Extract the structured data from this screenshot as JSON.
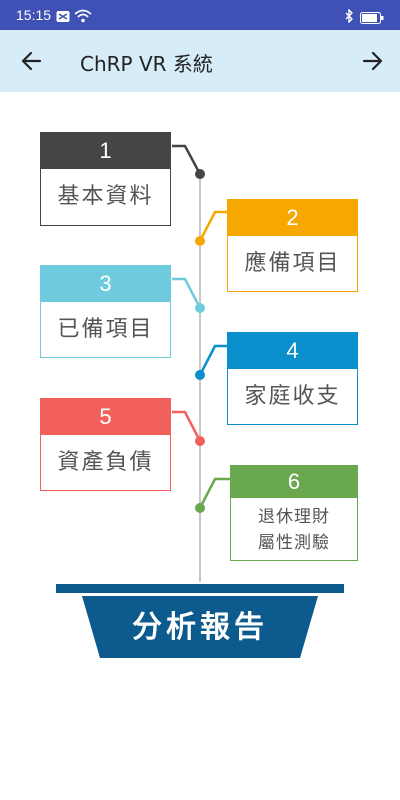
{
  "statusbar": {
    "time": "15:15"
  },
  "appbar": {
    "title": "ChRP VR 系統",
    "back_icon": "arrow-left-icon",
    "forward_icon": "arrow-right-icon"
  },
  "steps": [
    {
      "num": "1",
      "label": "基本資料",
      "color": "#454545"
    },
    {
      "num": "2",
      "label": "應備項目",
      "color": "#f7a800"
    },
    {
      "num": "3",
      "label": "已備項目",
      "color": "#6ecbde"
    },
    {
      "num": "4",
      "label": "家庭收支",
      "color": "#0a8fcc"
    },
    {
      "num": "5",
      "label": "資產負債",
      "color": "#f2605c"
    },
    {
      "num": "6",
      "label_line1": "退休理財",
      "label_line2": "屬性測驗",
      "color": "#6aa84f"
    }
  ],
  "report": {
    "label": "分析報告",
    "color": "#0d5b8e"
  }
}
